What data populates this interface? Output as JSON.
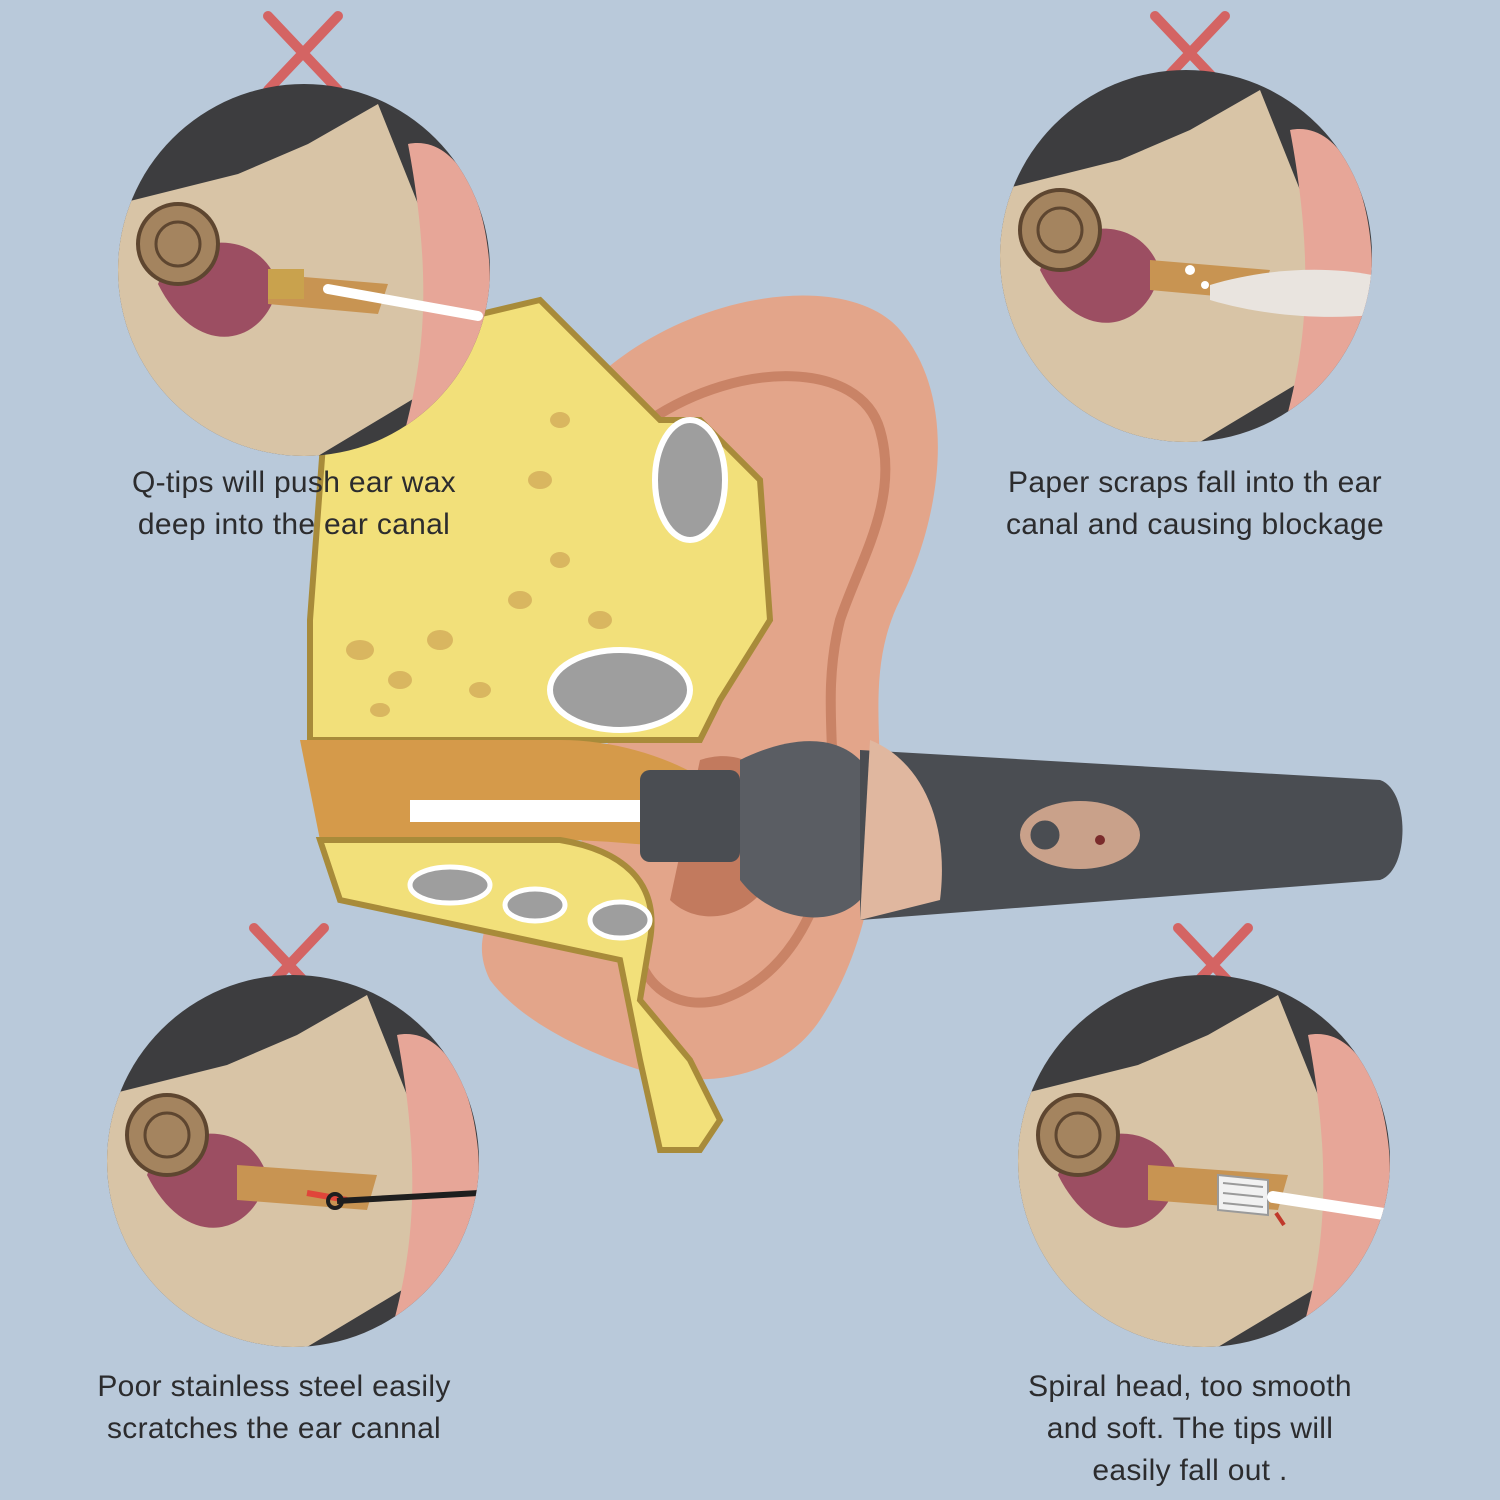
{
  "colors": {
    "background": "#b9c9da",
    "cross": "#d9534f",
    "circle_dark": "#3d3d3f",
    "skin": "#e3a58a",
    "bone": "#f2e07a",
    "device": "#4a4d52"
  },
  "panels": [
    {
      "icon": "cross-icon",
      "caption_lines": [
        "Q-tips will push ear wax",
        "deep into the ear canal"
      ]
    },
    {
      "icon": "cross-icon",
      "caption_lines": [
        "Paper scraps fall into th ear",
        "canal  and causing blockage"
      ]
    },
    {
      "icon": "cross-icon",
      "caption_lines": [
        "Poor stainless steel easily",
        "scratches the ear cannal"
      ]
    },
    {
      "icon": "cross-icon",
      "caption_lines": [
        "Spiral head, too smooth",
        "and soft. The tips will",
        "easily fall out ."
      ]
    }
  ]
}
